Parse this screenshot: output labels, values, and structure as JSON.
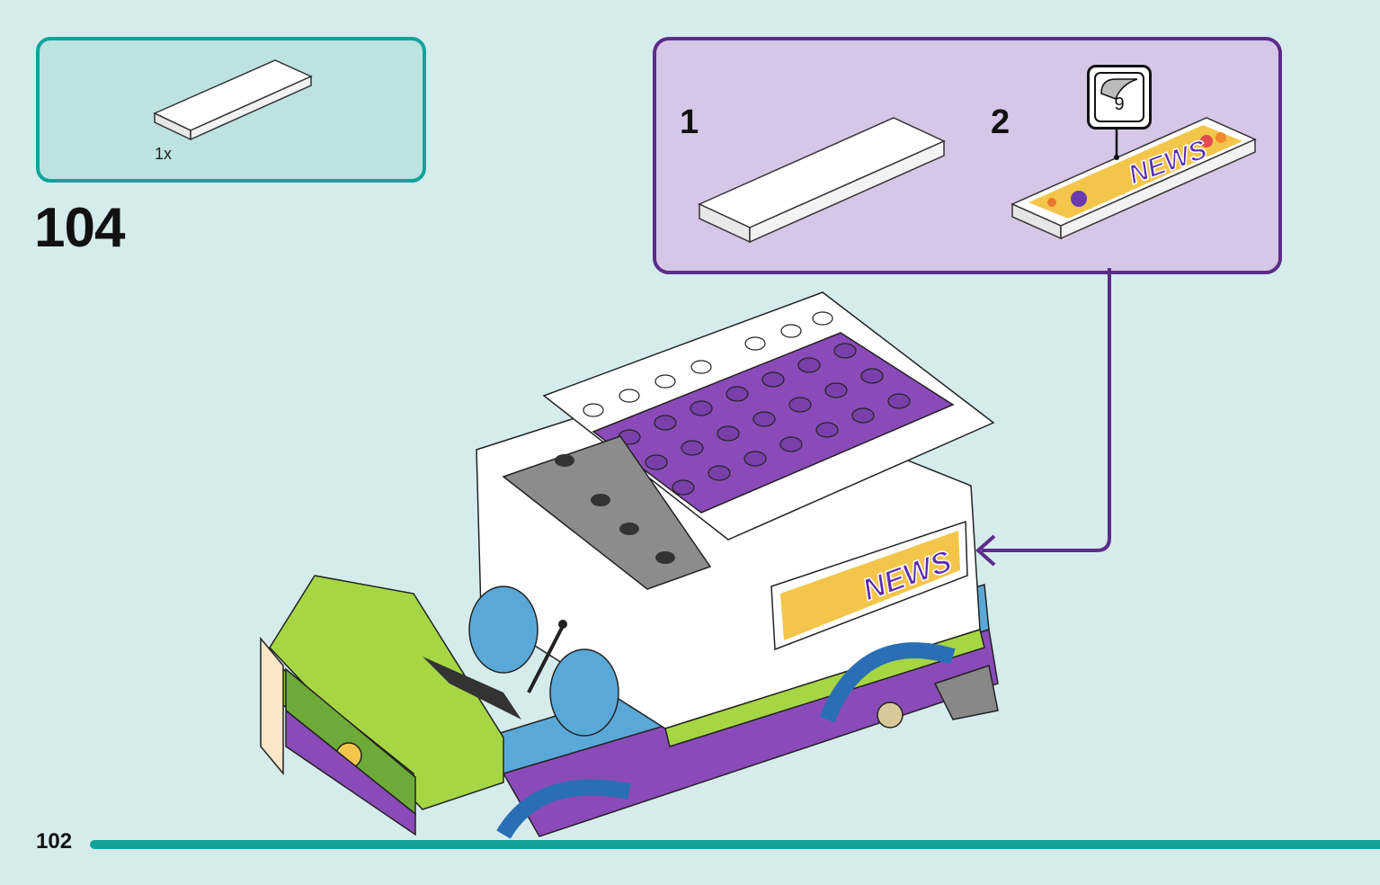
{
  "parts_list": {
    "quantity_label": "1x"
  },
  "step": {
    "number": "104"
  },
  "substeps": {
    "first_label": "1",
    "second_label": "2",
    "sticker_number": "9",
    "sticker_text": "NEWS"
  },
  "page": {
    "number": "102"
  },
  "colors": {
    "background": "#d6ecec",
    "parts_box_fill": "#bce3e1",
    "parts_box_border": "#10a39b",
    "substep_fill": "#d6c6e7",
    "substep_border": "#5b2d8a",
    "footer_bar": "#13a39a",
    "lime": "#a7d645",
    "purple": "#8a4bb8",
    "white_brick": "#ffffff",
    "blue": "#5aa8d8"
  }
}
